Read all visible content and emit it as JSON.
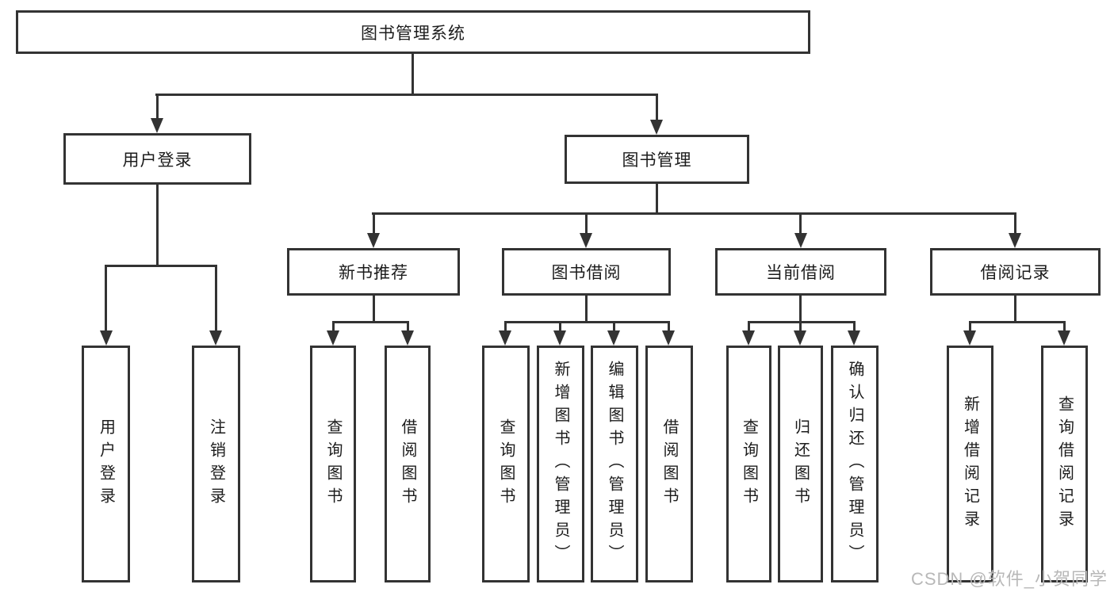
{
  "diagram": {
    "root": {
      "label": "图书管理系统"
    },
    "level2": [
      {
        "label": "用户登录"
      },
      {
        "label": "图书管理"
      }
    ],
    "level3": [
      {
        "label": "新书推荐"
      },
      {
        "label": "图书借阅"
      },
      {
        "label": "当前借阅"
      },
      {
        "label": "借阅记录"
      }
    ],
    "leaves": {
      "login": [
        "用户登录",
        "注销登录"
      ],
      "recommend": [
        "查询图书",
        "借阅图书"
      ],
      "borrow": [
        "查询图书",
        "新增图书（管理员）",
        "编辑图书（管理员）",
        "借阅图书"
      ],
      "current": [
        "查询图书",
        "归还图书",
        "确认归还（管理员）"
      ],
      "records": [
        "新增借阅记录",
        "查询借阅记录"
      ]
    }
  },
  "watermark": "CSDN @软件_小贺同学",
  "colors": {
    "line": "#333333",
    "text": "#1c1c1c",
    "watermark": "#b8b8b8",
    "background": "#ffffff"
  }
}
